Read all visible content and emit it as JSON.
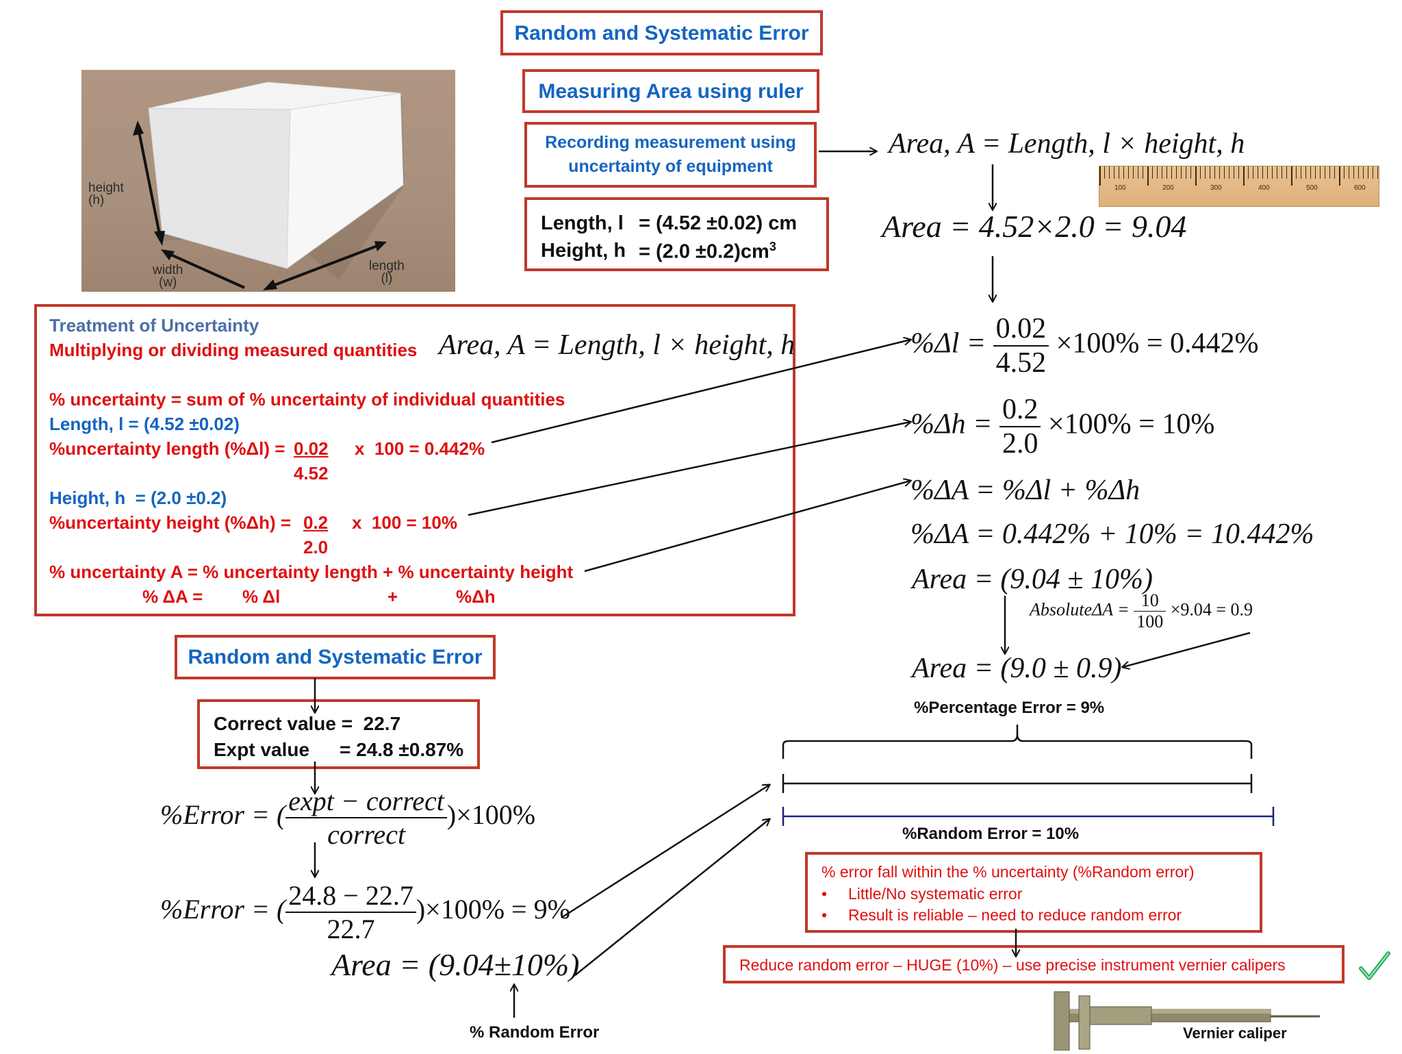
{
  "titles": {
    "top": "Random and Systematic Error",
    "measuring": "Measuring Area using ruler",
    "recording": [
      "Recording measurement using",
      "uncertainty of equipment"
    ],
    "lower": "Random and Systematic Error"
  },
  "photo": {
    "height_label": [
      "height",
      "(h)"
    ],
    "width_label": [
      "width",
      "(w)"
    ],
    "length_label": [
      "length",
      "(l)"
    ]
  },
  "ruler": {
    "ticks": [
      "100",
      "200",
      "300",
      "400",
      "500",
      "600"
    ]
  },
  "measurements": {
    "length_label": "Length, l",
    "length_value": "= (4.52 ±0.02) cm",
    "height_label": "Height, h",
    "height_value": "= (2.0 ±0.2)cm",
    "height_sup": "3"
  },
  "right_column": {
    "area_formula": "Area, A = Length, l × height, h",
    "area_calc": "Area = 4.52×2.0 = 9.04",
    "pct_dl_lhs": "%Δl =",
    "pct_dl_num": "0.02",
    "pct_dl_den": "4.52",
    "pct_dl_rhs": "×100% = 0.442%",
    "pct_dh_lhs": "%Δh =",
    "pct_dh_num": "0.2",
    "pct_dh_den": "2.0",
    "pct_dh_rhs": "×100% = 10%",
    "pct_da_sum": "%ΔA = %Δl + %Δh",
    "pct_da_value": "%ΔA = 0.442% + 10% = 10.442%",
    "area_pct": "Area = (9.04 ± 10%)",
    "absolute_lhs": "AbsoluteΔA =",
    "absolute_num": "10",
    "absolute_den": "100",
    "absolute_rhs": "×9.04 = 0.9",
    "area_final": "Area = (9.0 ± 0.9)",
    "percentage_error": "%Percentage Error = 9%",
    "random_error_label": "%Random Error = 10%"
  },
  "treatment": {
    "heading": "Treatment of Uncertainty",
    "subheading": "Multiplying or dividing measured quantities",
    "formula": "Area, A = Length, l × height, h",
    "rule": "% uncertainty = sum of % uncertainty of individual quantities",
    "length_line": "Length, l = (4.52 ±0.02)",
    "length_pct_label": "%uncertainty length (%Δl) =",
    "length_num": "0.02",
    "length_times": "x  100 = 0.442%",
    "length_den": "4.52",
    "height_line": "Height, h  = (2.0 ±0.2)",
    "height_pct_label": "%uncertainty height (%Δh) =",
    "height_num": "0.2",
    "height_times": "x  100 = 10%",
    "height_den": "2.0",
    "sum_line": "% uncertainty A = % uncertainty length + % uncertainty height",
    "sum_symbols": [
      "% ΔA =",
      "% Δl",
      "+",
      "%Δh"
    ]
  },
  "error_calc": {
    "correct_value": "Correct value =  22.7",
    "expt_label": "Expt value",
    "expt_value": "= 24.8 ±0.87%",
    "formula_lhs": "%Error = (",
    "formula_num": "expt − correct",
    "formula_den": "correct",
    "formula_rhs": ")×100%",
    "calc_lhs": "%Error = (",
    "calc_num": "24.8 − 22.7",
    "calc_den": "22.7",
    "calc_rhs": ")×100% = 9%",
    "area": "Area = (9.04±10%)",
    "random_error_caption": "% Random Error"
  },
  "conclusion": {
    "title": "% error fall within the % uncertainty (%Random error)",
    "bullets": [
      "Little/No systematic error",
      "Result is reliable – need to reduce random error"
    ],
    "reduce": "Reduce random error – HUGE (10%) – use precise instrument vernier calipers",
    "caliper_label": "Vernier caliper"
  },
  "colors": {
    "box_border": "#c0392b",
    "title_blue": "#1565c0",
    "text_red": "#e01010",
    "random_line": "#1a237e"
  }
}
